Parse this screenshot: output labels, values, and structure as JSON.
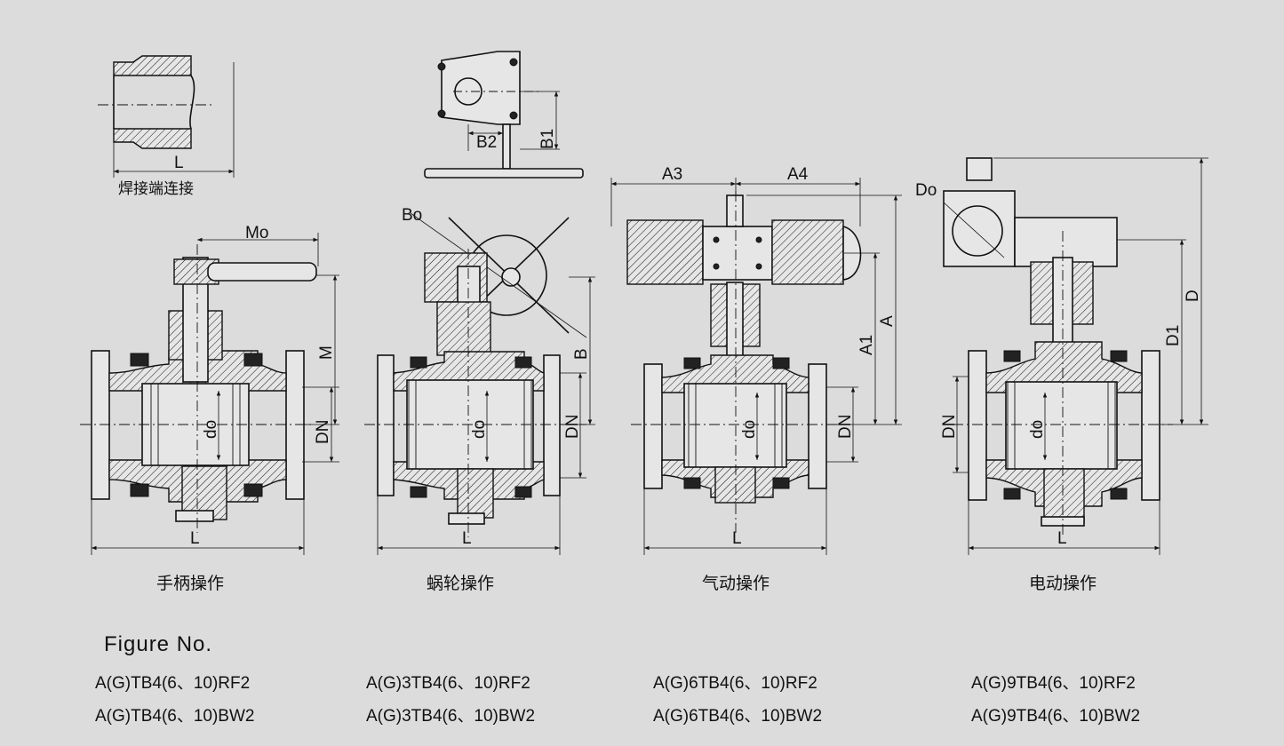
{
  "weld_end": {
    "dim_label": "L",
    "caption": "焊接端连接"
  },
  "views": [
    {
      "id": "handle",
      "caption": "手柄操作",
      "dims": {
        "mo": "Mo",
        "m": "M",
        "dn": "DN",
        "do": "do",
        "l": "L"
      }
    },
    {
      "id": "worm",
      "caption": "蜗轮操作",
      "dims": {
        "bo": "Bo",
        "b": "B",
        "b1": "B1",
        "b2": "B2",
        "dn": "DN",
        "do": "do",
        "l": "L"
      }
    },
    {
      "id": "pneumatic",
      "caption": "气动操作",
      "dims": {
        "a3": "A3",
        "a4": "A4",
        "a": "A",
        "a1": "A1",
        "dn": "DN",
        "do": "do",
        "l": "L"
      }
    },
    {
      "id": "electric",
      "caption": "电动操作",
      "dims": {
        "do_top": "Do",
        "d": "D",
        "d1": "D1",
        "dn": "DN",
        "do": "do",
        "l": "L"
      }
    }
  ],
  "figure": {
    "heading": "Figure No.",
    "models": [
      [
        "A(G)TB4(6、10)RF2",
        "A(G)3TB4(6、10)RF2",
        "A(G)6TB4(6、10)RF2",
        "A(G)9TB4(6、10)RF2"
      ],
      [
        "A(G)TB4(6、10)BW2",
        "A(G)3TB4(6、10)BW2",
        "A(G)6TB4(6、10)BW2",
        "A(G)9TB4(6、10)BW2"
      ]
    ]
  }
}
